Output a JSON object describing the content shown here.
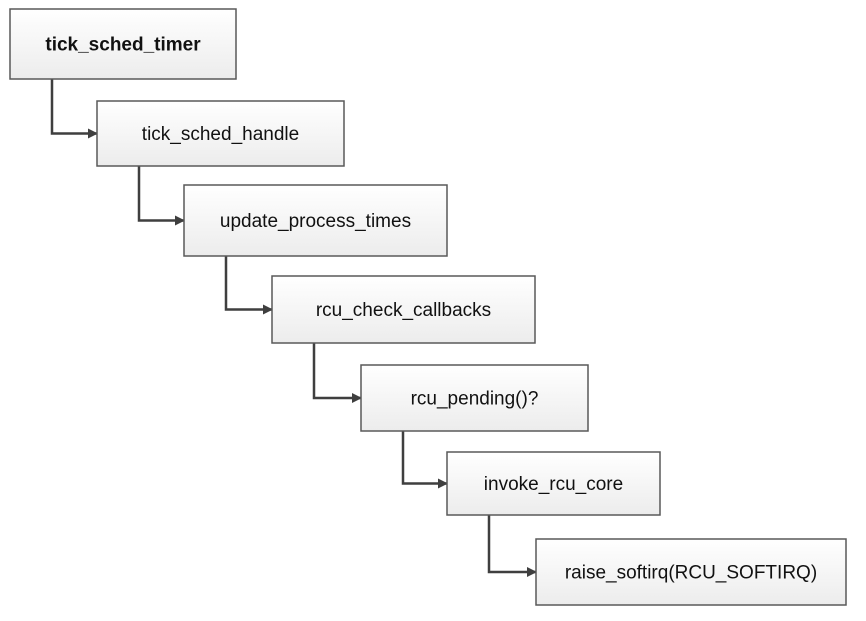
{
  "diagram": {
    "type": "call-chain",
    "nodes": [
      {
        "id": "tick_sched_timer",
        "label": "tick_sched_timer"
      },
      {
        "id": "tick_sched_handle",
        "label": "tick_sched_handle"
      },
      {
        "id": "update_process_times",
        "label": "update_process_times"
      },
      {
        "id": "rcu_check_callbacks",
        "label": "rcu_check_callbacks"
      },
      {
        "id": "rcu_pending",
        "label": "rcu_pending()?"
      },
      {
        "id": "invoke_rcu_core",
        "label": "invoke_rcu_core"
      },
      {
        "id": "raise_softirq",
        "label": "raise_softirq(RCU_SOFTIRQ)"
      }
    ],
    "edges": [
      {
        "from": "tick_sched_timer",
        "to": "tick_sched_handle"
      },
      {
        "from": "tick_sched_handle",
        "to": "update_process_times"
      },
      {
        "from": "update_process_times",
        "to": "rcu_check_callbacks"
      },
      {
        "from": "rcu_check_callbacks",
        "to": "rcu_pending"
      },
      {
        "from": "rcu_pending",
        "to": "invoke_rcu_core"
      },
      {
        "from": "invoke_rcu_core",
        "to": "raise_softirq"
      }
    ]
  },
  "colors": {
    "box_fill_top": "#ffffff",
    "box_fill_bottom": "#ececec",
    "box_border": "#595959",
    "connector": "#3f3f3f"
  }
}
